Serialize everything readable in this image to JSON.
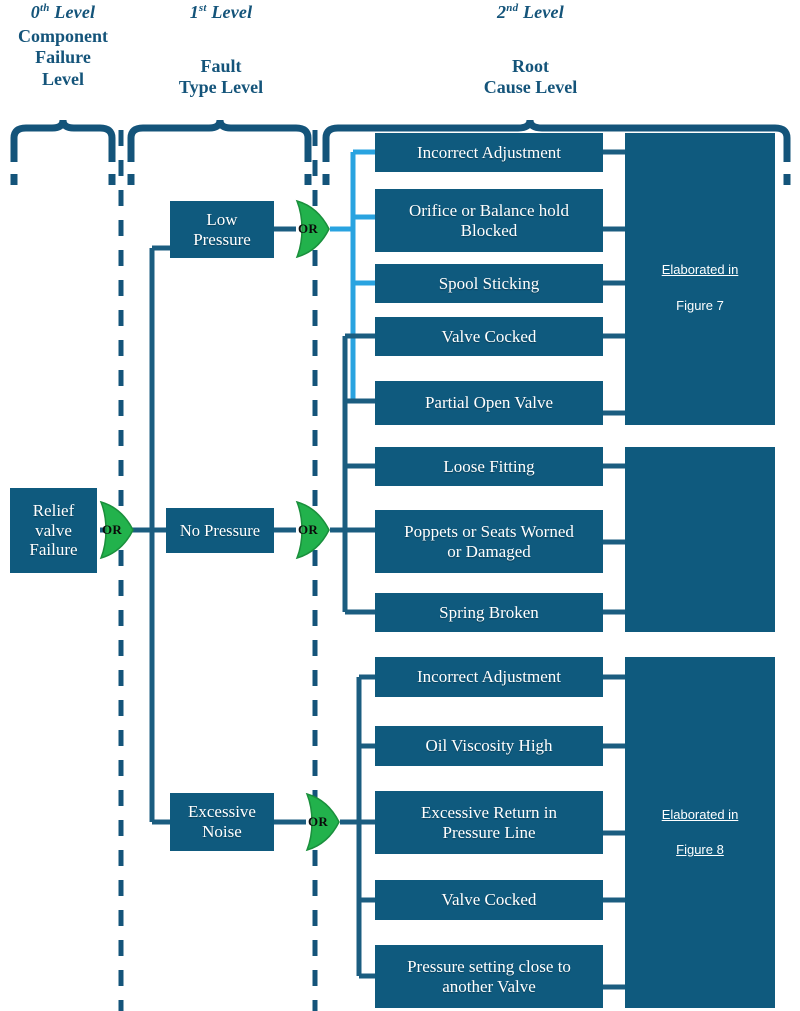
{
  "diagram": {
    "title": "Relief valve Failure Fault Tree",
    "colors": {
      "box_fill": "#0f5a7e",
      "line_dark": "#1b5d80",
      "line_light": "#29a3e0",
      "gate_fill": "#22b24c",
      "heading": "#14547a",
      "box_text": "#ffffff"
    }
  },
  "levels": [
    {
      "id": "level-0",
      "number": "0",
      "ordinal": "th",
      "number_label": "0th Level",
      "name": "Component\nFailure\nLevel"
    },
    {
      "id": "level-1",
      "number": "1",
      "ordinal": "st",
      "number_label": "1st Level",
      "name": "Fault\nType Level"
    },
    {
      "id": "level-2",
      "number": "2",
      "ordinal": "nd",
      "number_label": "2nd Level",
      "name": "Root\nCause Level"
    }
  ],
  "top_event": {
    "label": "Relief\nvalve\nFailure"
  },
  "gates": [
    {
      "id": "gate-top",
      "type": "OR",
      "label": "OR"
    },
    {
      "id": "gate-low-pressure",
      "type": "OR",
      "label": "OR"
    },
    {
      "id": "gate-no-pressure",
      "type": "OR",
      "label": "OR"
    },
    {
      "id": "gate-excessive-noise",
      "type": "OR",
      "label": "OR"
    }
  ],
  "fault_types": [
    {
      "id": "low-pressure",
      "label": "Low\nPressure"
    },
    {
      "id": "no-pressure",
      "label": "No Pressure"
    },
    {
      "id": "excessive-noise",
      "label": "Excessive\nNoise"
    }
  ],
  "root_causes": [
    {
      "id": "rc-1",
      "group": "low-pressure",
      "label": "Incorrect Adjustment"
    },
    {
      "id": "rc-2",
      "group": "low-pressure",
      "label": "Orifice or Balance hold\nBlocked"
    },
    {
      "id": "rc-3",
      "group": "low-pressure",
      "label": "Spool Sticking"
    },
    {
      "id": "rc-4",
      "group": "low-pressure",
      "label": "Valve Cocked"
    },
    {
      "id": "rc-5",
      "group": "low-pressure",
      "label": "Partial Open Valve"
    },
    {
      "id": "rc-6",
      "group": "no-pressure",
      "label": "Loose Fitting"
    },
    {
      "id": "rc-7",
      "group": "no-pressure",
      "label": "Poppets or Seats Worned\nor Damaged"
    },
    {
      "id": "rc-8",
      "group": "no-pressure",
      "label": "Spring Broken"
    },
    {
      "id": "rc-9",
      "group": "excessive-noise",
      "label": "Incorrect Adjustment"
    },
    {
      "id": "rc-10",
      "group": "excessive-noise",
      "label": "Oil Viscosity High"
    },
    {
      "id": "rc-11",
      "group": "excessive-noise",
      "label": "Excessive Return in\nPressure Line"
    },
    {
      "id": "rc-12",
      "group": "excessive-noise",
      "label": "Valve Cocked"
    },
    {
      "id": "rc-13",
      "group": "excessive-noise",
      "label": "Pressure setting close to\nanother Valve"
    }
  ],
  "elaboration_panels": [
    {
      "id": "panel-figure-7",
      "line1": "Elaborated in",
      "line2": "Figure 7",
      "underline_line2": false
    },
    {
      "id": "panel-figure-8",
      "line1": "Elaborated in",
      "line2": "Figure 8",
      "underline_line2": true
    }
  ]
}
